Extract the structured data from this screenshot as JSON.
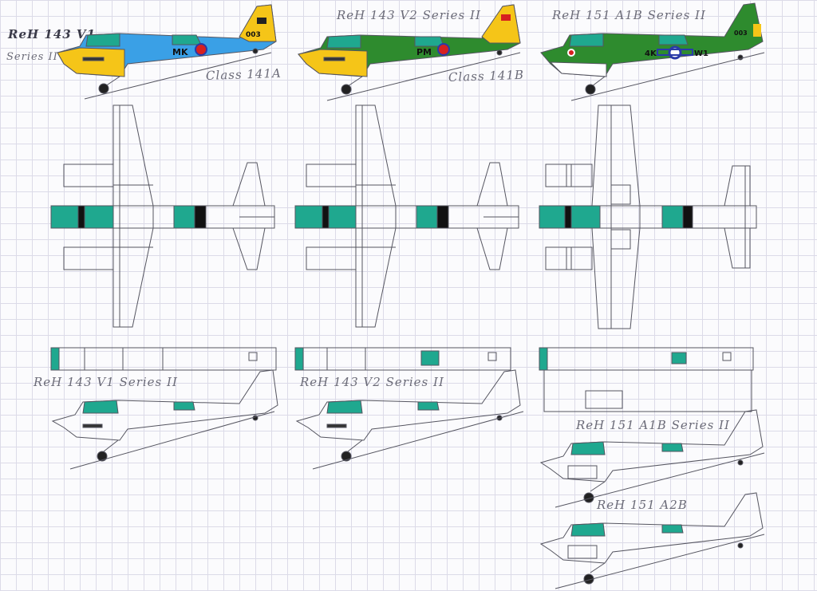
{
  "sheet": {
    "colors": {
      "paper": "#fbfbfd",
      "grid": "#dcdbe8",
      "pencil": "#555560",
      "teal": "#1fa88f",
      "blue": "#3aa0e6",
      "yellow": "#f5c518",
      "green": "#2e8b2e",
      "roundel_red": "#d62020",
      "roundel_blue": "#2a3aa8"
    },
    "labels": {
      "top_v1_name": "ReH 143 V1",
      "top_v1_series": "Series II",
      "top_v1_class": "Class 141A",
      "top_v2_name": "ReH 143 V2  Series II",
      "top_v2_class": "Class 141B",
      "top_a1b_name": "ReH 151 A1B  Series II",
      "low_v1": "ReH 143 V1  Series II",
      "low_v2": "ReH 143 V2  Series II",
      "low_a1b": "ReH 151 A1B  Series II",
      "low_a2b": "ReH 151 A2B"
    },
    "markings": {
      "v1_code": "MK",
      "v1_tail": "003",
      "v2_code": "PM",
      "a1b_code_left": "4K",
      "a1b_code_right": "W1",
      "a1b_tail": "003"
    }
  }
}
